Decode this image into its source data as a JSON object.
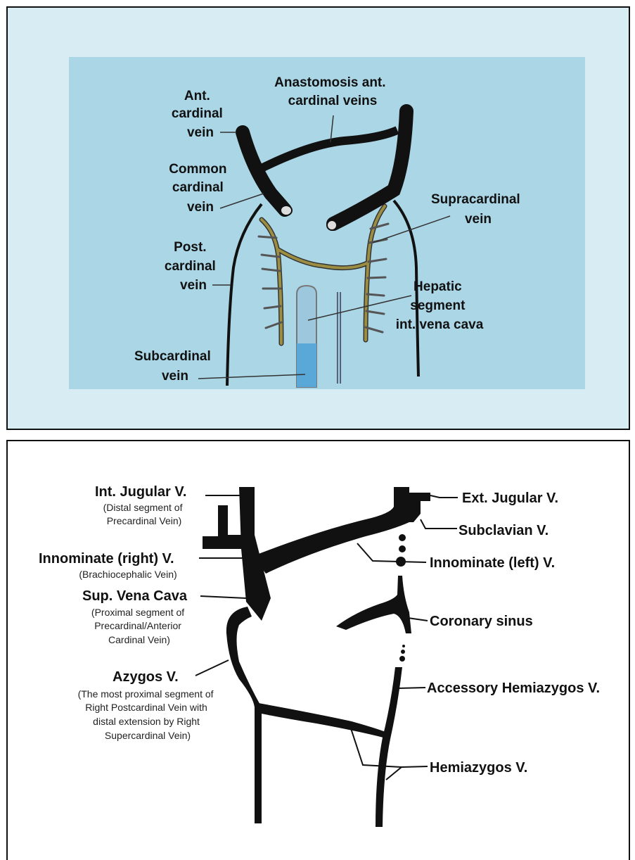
{
  "top_diagram": {
    "labels": {
      "ant_cardinal": [
        "Ant.",
        "cardinal",
        "vein"
      ],
      "anastomosis": [
        "Anastomosis ant.",
        "cardinal veins"
      ],
      "common_cardinal": [
        "Common",
        "cardinal",
        "vein"
      ],
      "supracardinal": [
        "Supracardinal",
        "vein"
      ],
      "post_cardinal": [
        "Post.",
        "cardinal",
        "vein"
      ],
      "hepatic": [
        "Hepatic",
        "segment",
        "int. vena cava"
      ],
      "subcardinal": [
        "Subcardinal",
        "vein"
      ]
    },
    "colors": {
      "panel_bg": "#d8ecf4",
      "inner_bg": "#abd6e6",
      "vein": "#111111",
      "supracardinal": "#8a7f3a",
      "ivc": "#5aa8d8"
    }
  },
  "bottom_diagram": {
    "labels": {
      "int_jugular": {
        "title": "Int. Jugular V.",
        "note": [
          "(Distal segment of",
          "Precardinal Vein)"
        ]
      },
      "innominate_right": {
        "title": "Innominate (right) V.",
        "note": [
          "(Brachiocephalic Vein)"
        ]
      },
      "svc": {
        "title": "Sup. Vena Cava",
        "note": [
          "(Proximal segment of",
          "Precardinal/Anterior",
          "Cardinal Vein)"
        ]
      },
      "azygos": {
        "title": "Azygos V.",
        "note": [
          "(The most proximal segment of",
          "Right Postcardinal Vein with",
          "distal extension by Right",
          "Supercardinal Vein)"
        ]
      },
      "ext_jugular": {
        "title": "Ext. Jugular V."
      },
      "subclavian": {
        "title": "Subclavian V."
      },
      "innominate_left": {
        "title": "Innominate (left) V."
      },
      "coronary_sinus": {
        "title": "Coronary sinus"
      },
      "accessory_hemiazygos": {
        "title": "Accessory Hemiazygos V."
      },
      "hemiazygos": {
        "title": "Hemiazygos V."
      }
    }
  }
}
